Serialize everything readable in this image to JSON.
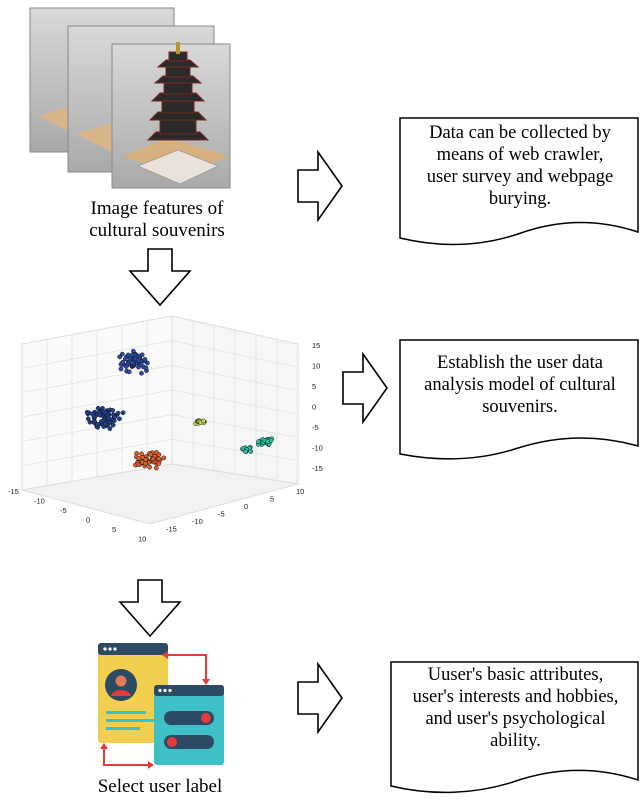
{
  "figure": {
    "image_caption": "Image features of cultural souvenirs",
    "image_caption_line1": "Image features of",
    "image_caption_line2": "cultural souvenirs",
    "label_caption": "Select user label",
    "note1_lines": [
      "Data can be collected by",
      "means of web crawler,",
      "user survey and webpage",
      "burying."
    ],
    "note2_lines": [
      "Establish the user data",
      "analysis model of cultural",
      "souvenirs."
    ],
    "note3_lines": [
      "Uuser's basic attributes,",
      "user's interests and hobbies,",
      "and user's psychological",
      "ability."
    ]
  },
  "plot3d": {
    "z_ticks": [
      "15",
      "10",
      "5",
      "0",
      "-5",
      "-10",
      "-15"
    ],
    "y_ticks": [
      "10",
      "5",
      "0",
      "-5",
      "-10",
      "-15"
    ],
    "x_ticks": [
      "-15",
      "-10",
      "-5",
      "0",
      "5",
      "10"
    ],
    "cluster_colors": [
      "#2c4aa8",
      "#1f3f8f",
      "#e0602a",
      "#c8d84a",
      "#2ec3a6"
    ]
  },
  "colors": {
    "arrow_stroke": "#000000",
    "connector_red": "#e53b3b",
    "card_yellow": "#f2cf4e",
    "card_teal": "#3fbfc6",
    "card_header": "#2d4a63"
  }
}
